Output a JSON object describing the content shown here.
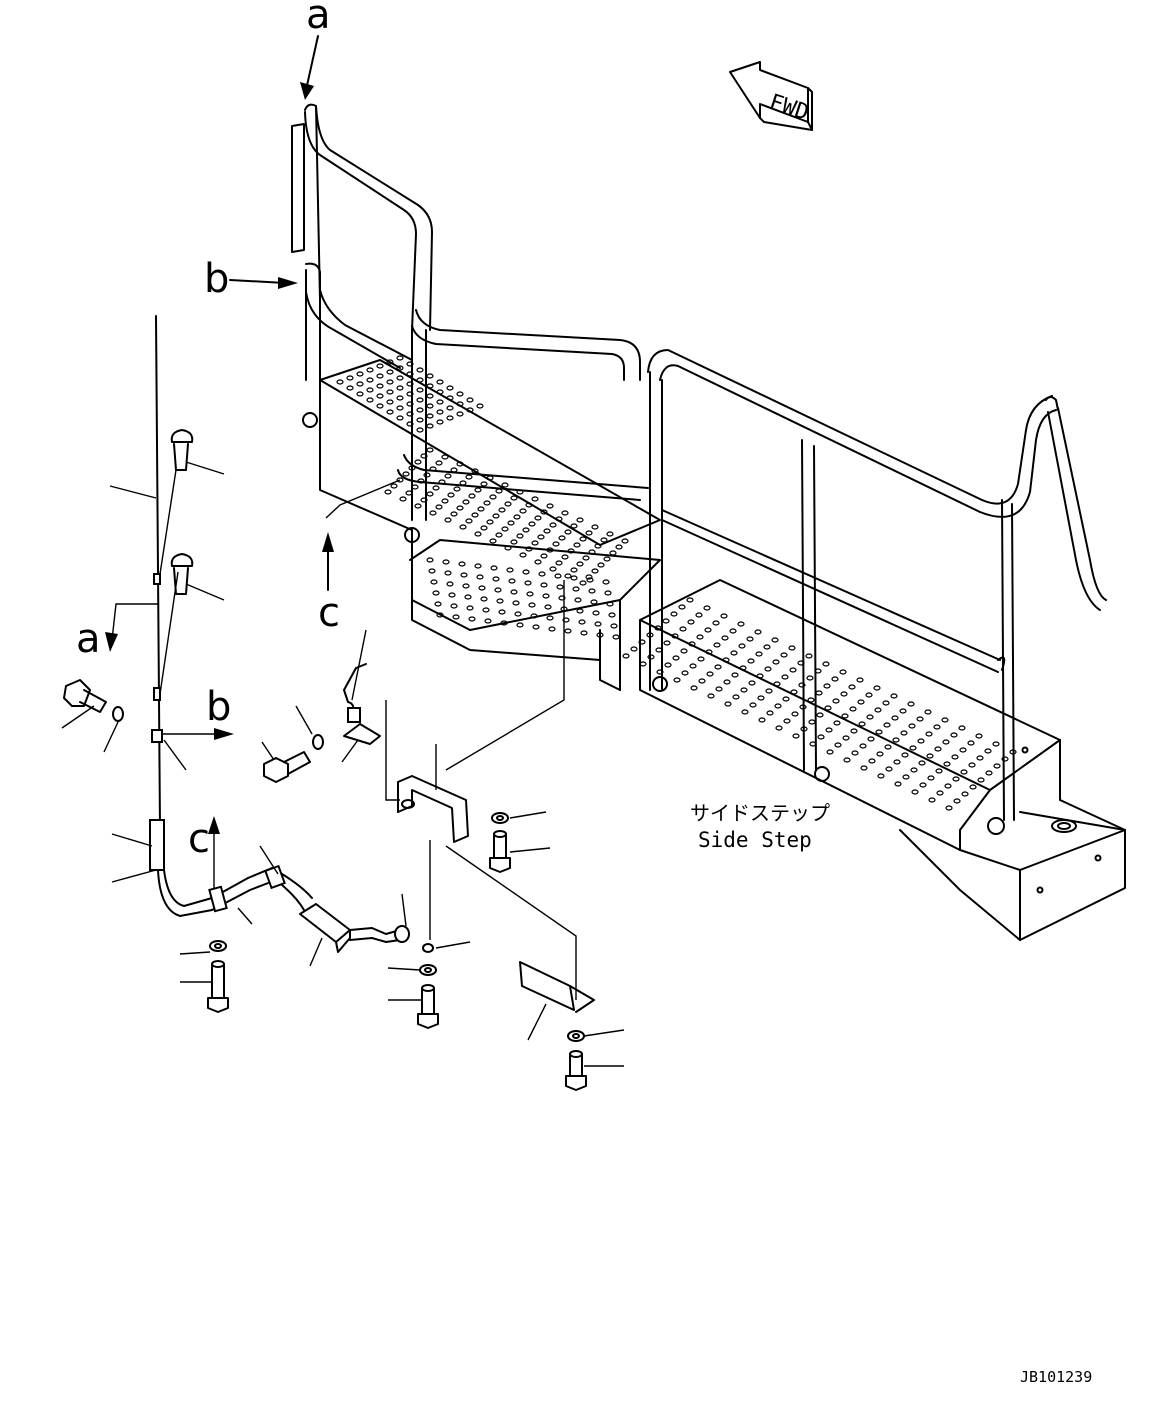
{
  "drawing": {
    "fwd_label": "FWD",
    "side_step_jp": "サイドステップ",
    "side_step_en": "Side Step",
    "drawing_number": "JB101239"
  },
  "view_labels": {
    "a_top": "a",
    "b_top": "b",
    "c_top": "c",
    "a_detail": "a",
    "b_detail": "b",
    "c_detail": "c"
  }
}
